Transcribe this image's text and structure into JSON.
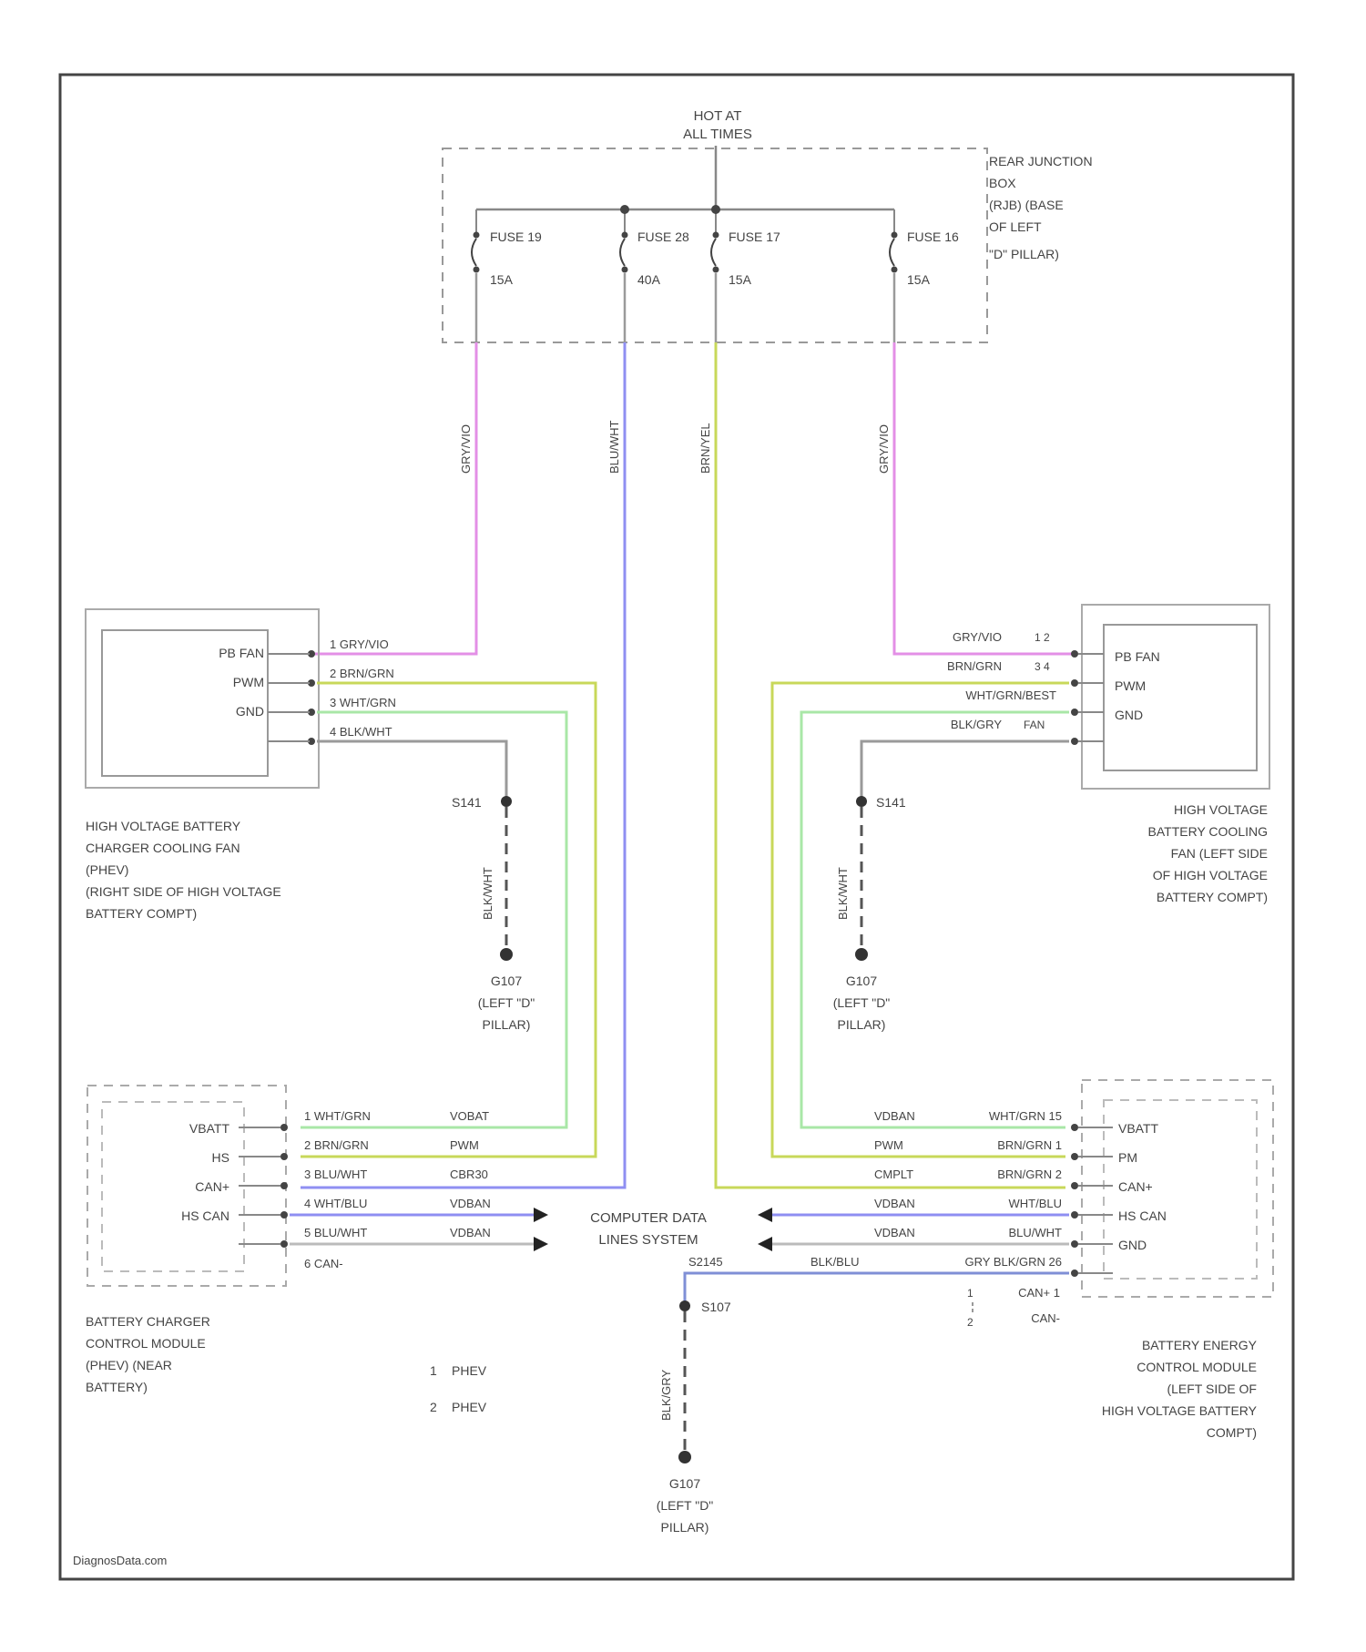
{
  "colors": {
    "gry_vio": "#e38fe6",
    "blu_wht": "#8f8ff2",
    "brn_yel": "#c8d85a",
    "wht_grn": "#a9e7a7",
    "blk_gry": "#9a9a9a",
    "blk_blu": "#7f8fd6",
    "frame": "#444444"
  },
  "power_source": {
    "line1": "HOT AT",
    "line2": "ALL TIMES"
  },
  "junction_box": {
    "line1": "REAR JUNCTION",
    "line2": "BOX",
    "line3": "(RJB) (BASE",
    "line4": "OF LEFT",
    "line5": "\"D\" PILLAR)"
  },
  "fuses": [
    {
      "name": "FUSE 19",
      "rating": "15A"
    },
    {
      "name": "FUSE 28",
      "rating": "40A"
    },
    {
      "name": "FUSE 17",
      "name2": "",
      "rating": "15A"
    },
    {
      "name": "FUSE 16",
      "rating": "15A"
    }
  ],
  "wires": {
    "fuse19": "GRY/VIO",
    "fuse28": "BLU/WHT",
    "fuse17": "BRN/YEL",
    "fuse16": "GRY/VIO"
  },
  "left_fan": {
    "pins": [
      "PB FAN",
      "PWM",
      "GND"
    ],
    "wires": [
      "1 GRY/VIO",
      "2 BRN/GRN",
      "3 WHT/GRN",
      "4 BLK/WHT"
    ],
    "label": [
      "HIGH VOLTAGE BATTERY",
      "CHARGER COOLING FAN",
      "(PHEV)",
      "(RIGHT SIDE OF HIGH VOLTAGE",
      "BATTERY COMPT)"
    ]
  },
  "right_fan": {
    "pins": [
      "PB FAN",
      "PWM",
      "GND"
    ],
    "wires": [
      "GRY/VIO",
      "BRN/GRN",
      "WHT/GRN/BEST",
      "BLK/GRY"
    ],
    "pin_nums": [
      "1 2",
      "3 4",
      "",
      "FAN"
    ],
    "label": [
      "HIGH VOLTAGE",
      "BATTERY COOLING",
      "FAN (LEFT SIDE",
      "OF HIGH VOLTAGE",
      "BATTERY COMPT)"
    ]
  },
  "left_ground": {
    "splice": "S141",
    "wire": "BLK/WHT",
    "ground": "G107",
    "loc1": "(LEFT \"D\"",
    "loc2": "PILLAR)"
  },
  "right_ground": {
    "splice": "S141",
    "wire": "BLK/WHT",
    "ground": "G107",
    "loc1": "(LEFT \"D\"",
    "loc2": "PILLAR)"
  },
  "charger_module": {
    "pins": [
      "VBATT",
      "HS",
      "CAN+",
      "HS CAN"
    ],
    "wires": [
      "1 WHT/GRN",
      "2 BRN/GRN",
      "3 BLU/WHT",
      "4 WHT/BLU",
      "5 BLU/WHT",
      "6 CAN-"
    ],
    "signals": [
      "VOBAT",
      "PWM",
      "CBR30",
      "VDBAN",
      "VDBAN"
    ],
    "label": [
      "BATTERY CHARGER",
      "CONTROL MODULE",
      "(PHEV) (NEAR",
      "BATTERY)"
    ]
  },
  "energy_module": {
    "pins": [
      "VBATT",
      "PM",
      "CAN+",
      "HS CAN",
      "GND"
    ],
    "signals": [
      "VDBAN",
      "PWM",
      "CMPLT",
      "VDBAN",
      "VDBAN"
    ],
    "wires": [
      "WHT/GRN 15",
      "BRN/GRN 1",
      "BRN/GRN 2",
      "WHT/BLU",
      "BLU/WHT",
      "GRY BLK/GRN 26"
    ],
    "extra": [
      "BLK/BLU",
      "CAN+ 1",
      "CAN-"
    ],
    "label": [
      "BATTERY ENERGY",
      "CONTROL MODULE",
      "(LEFT SIDE OF",
      "HIGH VOLTAGE BATTERY",
      "COMPT)"
    ]
  },
  "data_link": {
    "line1": "COMPUTER DATA",
    "line2": "LINES SYSTEM",
    "splice": "S2145"
  },
  "bottom_ground": {
    "splice": "S107",
    "wire": "BLK/GRY",
    "ground": "G107",
    "loc1": "(LEFT \"D\"",
    "loc2": "PILLAR)"
  },
  "notes": [
    {
      "num": "1",
      "text": "PHEV"
    },
    {
      "num": "2",
      "text": "PHEV"
    }
  ],
  "watermark": "DiagnosData.com"
}
